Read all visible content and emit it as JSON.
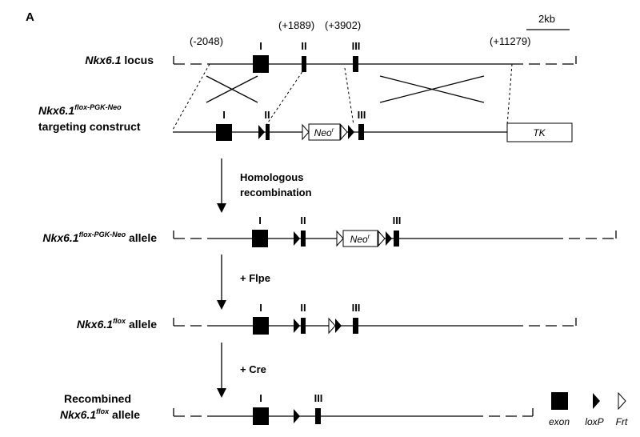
{
  "panel_letter": "A",
  "scale_bar_label": "2kb",
  "coordinates": [
    "(-2048)",
    "(+1889)",
    "(+3902)",
    "(+11279)"
  ],
  "exon_labels": {
    "e1": "I",
    "e2": "II",
    "e3": "III"
  },
  "rows": {
    "locus": {
      "name": "Nkx6.1",
      "rest": " locus"
    },
    "construct": {
      "name": "Nkx6.1",
      "sup": "flox-PGK-Neo",
      "line2": "targeting construct"
    },
    "allele_neo": {
      "name": "Nkx6.1",
      "sup": "flox-PGK-Neo",
      "rest": " allele"
    },
    "allele_flox": {
      "name": "Nkx6.1",
      "sup": "flox",
      "rest": " allele"
    },
    "recombined": {
      "line1": "Recombined",
      "name": "Nkx6.1",
      "sup": "flox",
      "rest": " allele"
    }
  },
  "steps": {
    "homologous": {
      "line1": "Homologous",
      "line2": "recombination"
    },
    "flpe": "+ Flpe",
    "cre": "+ Cre"
  },
  "boxes": {
    "neo": {
      "text": "Neo",
      "sup": "r"
    },
    "tk": "TK"
  },
  "legend": {
    "exon": "exon",
    "loxp": "loxP",
    "frt": "Frt"
  }
}
